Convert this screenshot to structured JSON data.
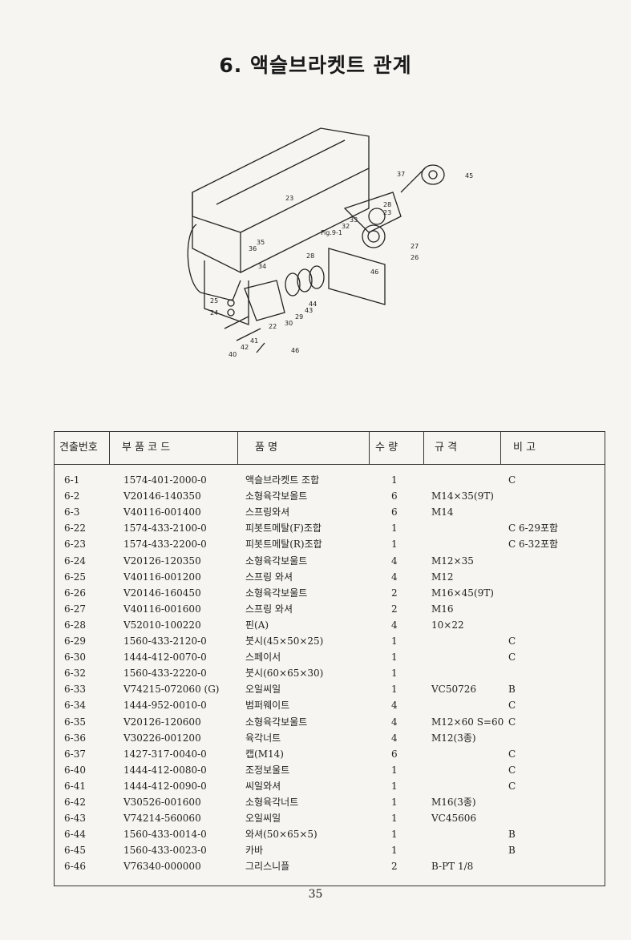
{
  "title": "6. 액슬브라켓트 관계",
  "headers": {
    "no": "견출번호",
    "code": "부 품 코 드",
    "name": "품 명",
    "qty": "수 량",
    "spec": "규 격",
    "note": "비 고"
  },
  "diagram_labels": [
    "45",
    "37",
    "28",
    "23",
    "33",
    "32",
    "Fig.9-1",
    "27",
    "26",
    "35",
    "36",
    "34",
    "28",
    "46",
    "25",
    "24",
    "43",
    "44",
    "29",
    "30",
    "22",
    "42",
    "41",
    "40",
    "46",
    "23"
  ],
  "rows": [
    {
      "no": "6-1",
      "code": "1574-401-2000-0",
      "name": "액슬브라켓트 조합",
      "qty": "1",
      "spec": "",
      "note": "C"
    },
    {
      "no": "6-2",
      "code": "V20146-140350",
      "name": "소형육각보올트",
      "qty": "6",
      "spec": "M14×35(9T)",
      "note": ""
    },
    {
      "no": "6-3",
      "code": "V40116-001400",
      "name": "스프링와셔",
      "qty": "6",
      "spec": "M14",
      "note": ""
    },
    {
      "no": "6-22",
      "code": "1574-433-2100-0",
      "name": "피봇트메탈(F)조합",
      "qty": "1",
      "spec": "",
      "note": "C 6-29포함"
    },
    {
      "no": "6-23",
      "code": "1574-433-2200-0",
      "name": "피봇트메탈(R)조합",
      "qty": "1",
      "spec": "",
      "note": "C 6-32포함"
    },
    {
      "no": "6-24",
      "code": "V20126-120350",
      "name": "소형육각보울트",
      "qty": "4",
      "spec": "M12×35",
      "note": ""
    },
    {
      "no": "6-25",
      "code": "V40116-001200",
      "name": "스프링 와셔",
      "qty": "4",
      "spec": "M12",
      "note": ""
    },
    {
      "no": "6-26",
      "code": "V20146-160450",
      "name": "소형육각보울트",
      "qty": "2",
      "spec": "M16×45(9T)",
      "note": ""
    },
    {
      "no": "6-27",
      "code": "V40116-001600",
      "name": "스프링 와셔",
      "qty": "2",
      "spec": "M16",
      "note": ""
    },
    {
      "no": "6-28",
      "code": "V52010-100220",
      "name": "핀(A)",
      "qty": "4",
      "spec": "10×22",
      "note": ""
    },
    {
      "no": "6-29",
      "code": "1560-433-2120-0",
      "name": "붓시(45×50×25)",
      "qty": "1",
      "spec": "",
      "note": "C"
    },
    {
      "no": "6-30",
      "code": "1444-412-0070-0",
      "name": "스페이서",
      "qty": "1",
      "spec": "",
      "note": "C"
    },
    {
      "no": "6-32",
      "code": "1560-433-2220-0",
      "name": "붓시(60×65×30)",
      "qty": "1",
      "spec": "",
      "note": ""
    },
    {
      "no": "6-33",
      "code": "V74215-072060 (G)",
      "name": "오일씨일",
      "qty": "1",
      "spec": "VC50726",
      "note": "B"
    },
    {
      "no": "6-34",
      "code": "1444-952-0010-0",
      "name": "범퍼웨이트",
      "qty": "4",
      "spec": "",
      "note": "C"
    },
    {
      "no": "6-35",
      "code": "V20126-120600",
      "name": "소형육각보울트",
      "qty": "4",
      "spec": "M12×60 S=60",
      "note": "C"
    },
    {
      "no": "6-36",
      "code": "V30226-001200",
      "name": "육각너트",
      "qty": "4",
      "spec": "M12(3종)",
      "note": ""
    },
    {
      "no": "6-37",
      "code": "1427-317-0040-0",
      "name": "캡(M14)",
      "qty": "6",
      "spec": "",
      "note": "C"
    },
    {
      "no": "6-40",
      "code": "1444-412-0080-0",
      "name": "조정보울트",
      "qty": "1",
      "spec": "",
      "note": "C"
    },
    {
      "no": "6-41",
      "code": "1444-412-0090-0",
      "name": "씨일와셔",
      "qty": "1",
      "spec": "",
      "note": "C"
    },
    {
      "no": "6-42",
      "code": "V30526-001600",
      "name": "소형육각너트",
      "qty": "1",
      "spec": "M16(3종)",
      "note": ""
    },
    {
      "no": "6-43",
      "code": "V74214-560060",
      "name": "오일씨일",
      "qty": "1",
      "spec": "VC45606",
      "note": ""
    },
    {
      "no": "6-44",
      "code": "1560-433-0014-0",
      "name": "와셔(50×65×5)",
      "qty": "1",
      "spec": "",
      "note": "B"
    },
    {
      "no": "6-45",
      "code": "1560-433-0023-0",
      "name": "카바",
      "qty": "1",
      "spec": "",
      "note": "B"
    },
    {
      "no": "6-46",
      "code": "V76340-000000",
      "name": "그리스니플",
      "qty": "2",
      "spec": "B-PT 1/8",
      "note": ""
    }
  ],
  "page_number": "35"
}
